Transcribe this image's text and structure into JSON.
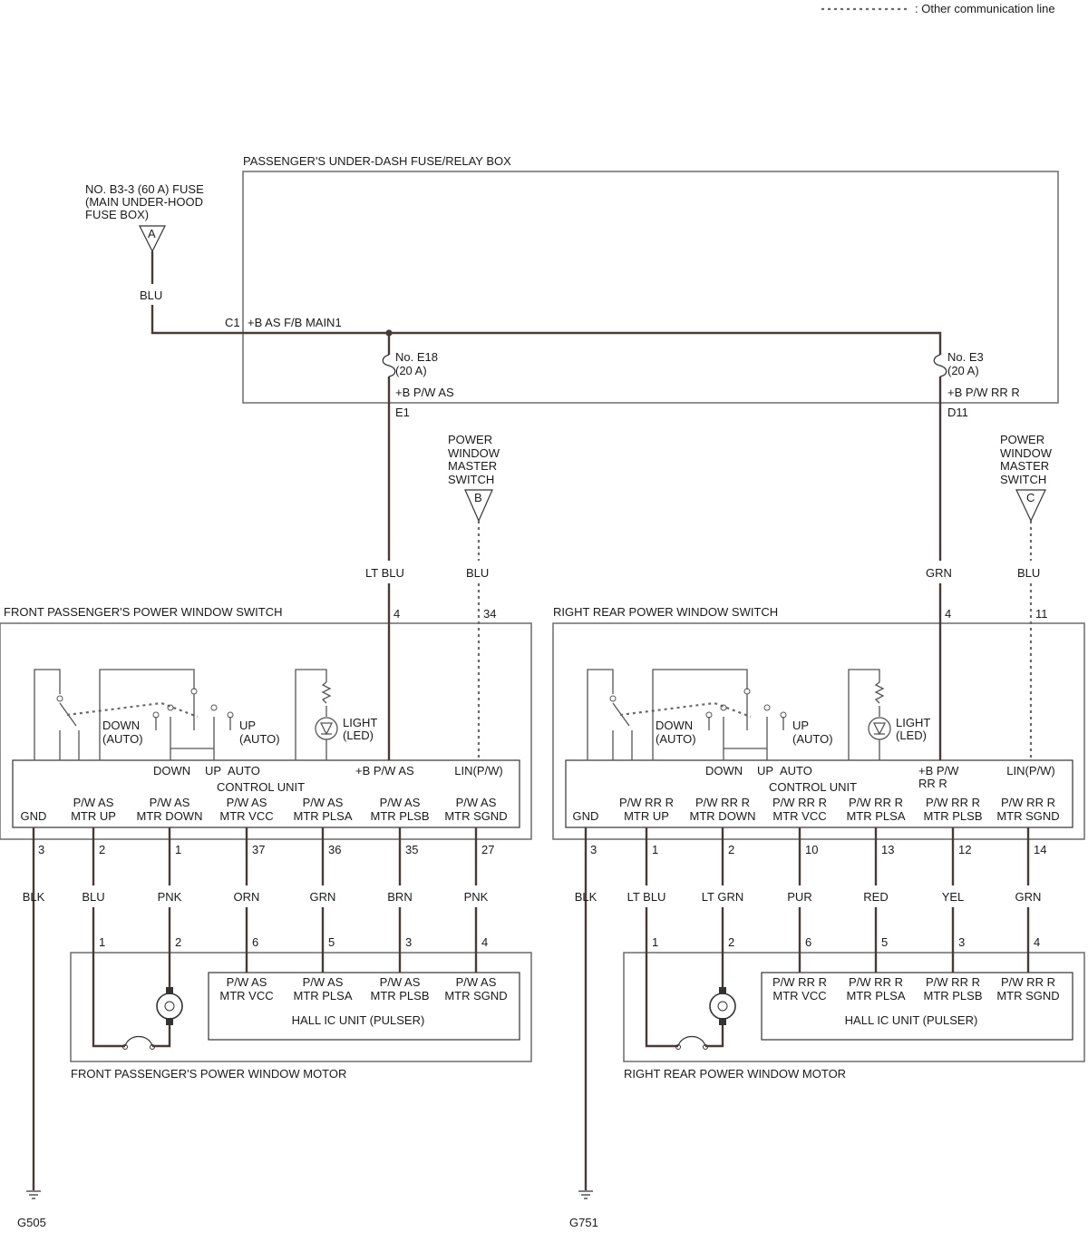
{
  "legend": {
    "text": ": Other communication line"
  },
  "relay_box": {
    "title": "PASSENGER'S UNDER-DASH FUSE/RELAY BOX",
    "c1": "C1",
    "main_label": "+B AS F/B MAIN1"
  },
  "main_fuse": {
    "lines": [
      "NO. B3-3 (60 A) FUSE",
      "(MAIN UNDER-HOOD",
      "FUSE BOX)"
    ],
    "connector": "A",
    "wire": "BLU"
  },
  "fuse_e18": {
    "lines": [
      "No. E18",
      "(20 A)"
    ],
    "label": "+B P/W AS",
    "terminal": "E1",
    "wire": "LT BLU"
  },
  "fuse_e3": {
    "lines": [
      "No. E3",
      "(20 A)"
    ],
    "label": "+B P/W RR R",
    "terminal": "D11",
    "wire": "GRN"
  },
  "master_b": {
    "lines": [
      "POWER",
      "WINDOW",
      "MASTER",
      "SWITCH"
    ],
    "connector": "B",
    "wire": "BLU"
  },
  "master_c": {
    "lines": [
      "POWER",
      "WINDOW",
      "MASTER",
      "SWITCH"
    ],
    "connector": "C",
    "wire": "BLU"
  },
  "front": {
    "switch_title": "FRONT PASSENGER'S POWER WINDOW SWITCH",
    "pin_power": "4",
    "pin_lin": "34",
    "down_auto": [
      "DOWN",
      "(AUTO)"
    ],
    "up_auto": [
      "UP",
      "(AUTO)"
    ],
    "light": [
      "LIGHT",
      "(LED)"
    ],
    "row_down": "DOWN",
    "row_up": "UP",
    "row_auto": "AUTO",
    "power_label": "+B P/W AS",
    "lin_label": "LIN(P/W)",
    "control_unit": "CONTROL UNIT",
    "gnd": "GND",
    "terminals": [
      {
        "l1": "P/W AS",
        "l2": "MTR UP",
        "pin": "2",
        "wire": "BLU",
        "mpin": "1"
      },
      {
        "l1": "P/W AS",
        "l2": "MTR DOWN",
        "pin": "1",
        "wire": "PNK",
        "mpin": "2"
      },
      {
        "l1": "P/W AS",
        "l2": "MTR VCC",
        "pin": "37",
        "wire": "ORN",
        "mpin": "6"
      },
      {
        "l1": "P/W AS",
        "l2": "MTR PLSA",
        "pin": "36",
        "wire": "GRN",
        "mpin": "5"
      },
      {
        "l1": "P/W AS",
        "l2": "MTR PLSB",
        "pin": "35",
        "wire": "BRN",
        "mpin": "3"
      },
      {
        "l1": "P/W AS",
        "l2": "MTR SGND",
        "pin": "27",
        "wire": "PNK",
        "mpin": "4"
      }
    ],
    "gnd_pin": "3",
    "gnd_wire": "BLK",
    "hall": [
      {
        "l1": "P/W AS",
        "l2": "MTR VCC"
      },
      {
        "l1": "P/W AS",
        "l2": "MTR PLSA"
      },
      {
        "l1": "P/W AS",
        "l2": "MTR PLSB"
      },
      {
        "l1": "P/W AS",
        "l2": "MTR SGND"
      }
    ],
    "hall_title": "HALL IC UNIT (PULSER)",
    "motor_title": "FRONT PASSENGER'S POWER WINDOW MOTOR",
    "ground": "G505"
  },
  "rear": {
    "switch_title": "RIGHT REAR POWER WINDOW SWITCH",
    "pin_power": "4",
    "pin_lin": "11",
    "down_auto": [
      "DOWN",
      "(AUTO)"
    ],
    "up_auto": [
      "UP",
      "(AUTO)"
    ],
    "light": [
      "LIGHT",
      "(LED)"
    ],
    "row_down": "DOWN",
    "row_up": "UP",
    "row_auto": "AUTO",
    "power_label": [
      "+B P/W",
      "RR R"
    ],
    "lin_label": "LIN(P/W)",
    "control_unit": "CONTROL UNIT",
    "gnd": "GND",
    "terminals": [
      {
        "l1": "P/W RR R",
        "l2": "MTR UP",
        "pin": "1",
        "wire": "LT BLU",
        "mpin": "1"
      },
      {
        "l1": "P/W RR R",
        "l2": "MTR DOWN",
        "pin": "2",
        "wire": "LT GRN",
        "mpin": "2"
      },
      {
        "l1": "P/W RR R",
        "l2": "MTR VCC",
        "pin": "10",
        "wire": "PUR",
        "mpin": "6"
      },
      {
        "l1": "P/W RR R",
        "l2": "MTR PLSA",
        "pin": "13",
        "wire": "RED",
        "mpin": "5"
      },
      {
        "l1": "P/W RR R",
        "l2": "MTR PLSB",
        "pin": "12",
        "wire": "YEL",
        "mpin": "3"
      },
      {
        "l1": "P/W RR R",
        "l2": "MTR SGND",
        "pin": "14",
        "wire": "GRN",
        "mpin": "4"
      }
    ],
    "gnd_pin": "3",
    "gnd_wire": "BLK",
    "hall": [
      {
        "l1": "P/W RR R",
        "l2": "MTR VCC"
      },
      {
        "l1": "P/W RR R",
        "l2": "MTR PLSA"
      },
      {
        "l1": "P/W RR R",
        "l2": "MTR PLSB"
      },
      {
        "l1": "P/W RR R",
        "l2": "MTR SGND"
      }
    ],
    "hall_title": "HALL IC UNIT (PULSER)",
    "motor_title": "RIGHT REAR POWER WINDOW MOTOR",
    "ground": "G751"
  }
}
